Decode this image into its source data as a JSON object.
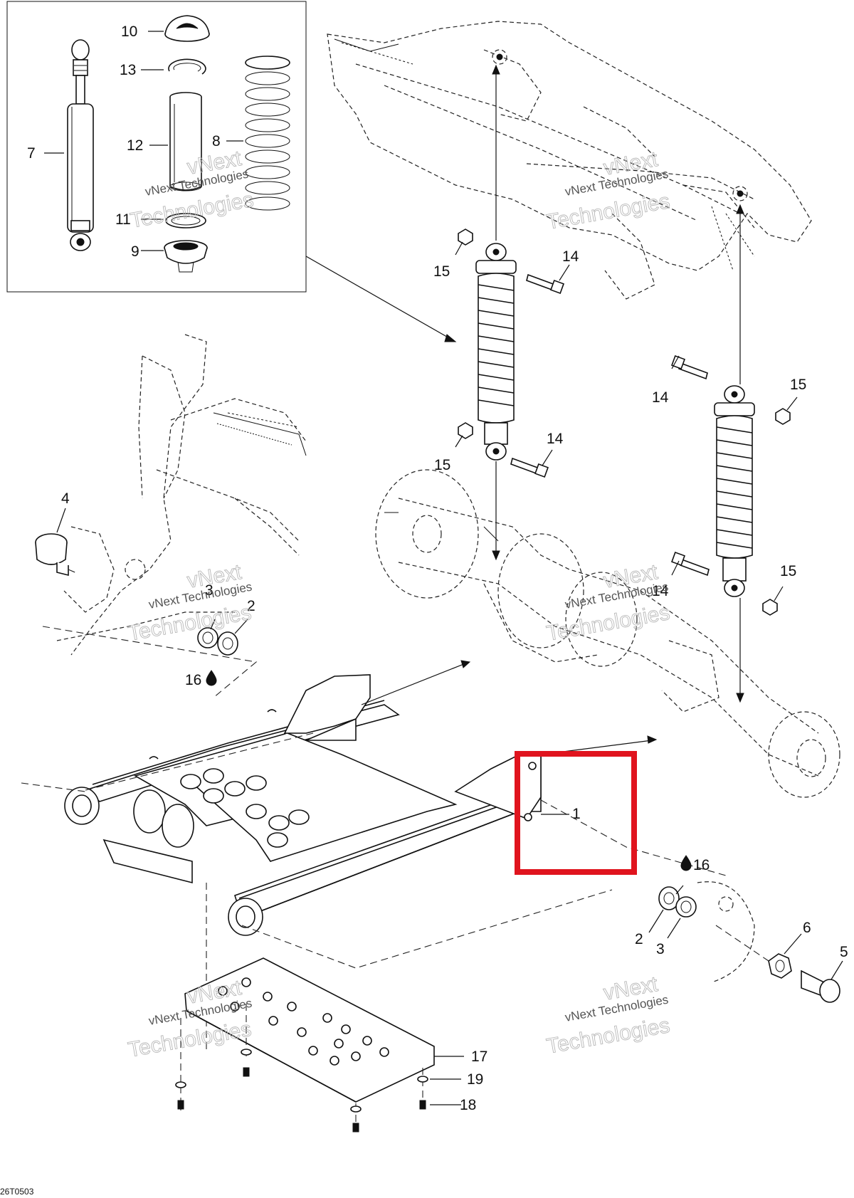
{
  "diagram": {
    "figure_code": "26T0503",
    "watermark_line1": "vNext",
    "watermark_line2": "Technologies",
    "watermark_full": "vNext Technologies",
    "highlight_color": "#e0141e",
    "callouts": {
      "c1": "1",
      "c2a": "2",
      "c2b": "2",
      "c3a": "3",
      "c3b": "3",
      "c4": "4",
      "c5": "5",
      "c6": "6",
      "c7": "7",
      "c8": "8",
      "c9": "9",
      "c10": "10",
      "c11": "11",
      "c12": "12",
      "c13": "13",
      "c14a": "14",
      "c14b": "14",
      "c14c": "14",
      "c14d": "14",
      "c15a": "15",
      "c15b": "15",
      "c15c": "15",
      "c15d": "15",
      "c16a": "16",
      "c16b": "16",
      "c17": "17",
      "c18": "18",
      "c19": "19"
    },
    "lubricant_icon": "oil-drop-icon"
  }
}
